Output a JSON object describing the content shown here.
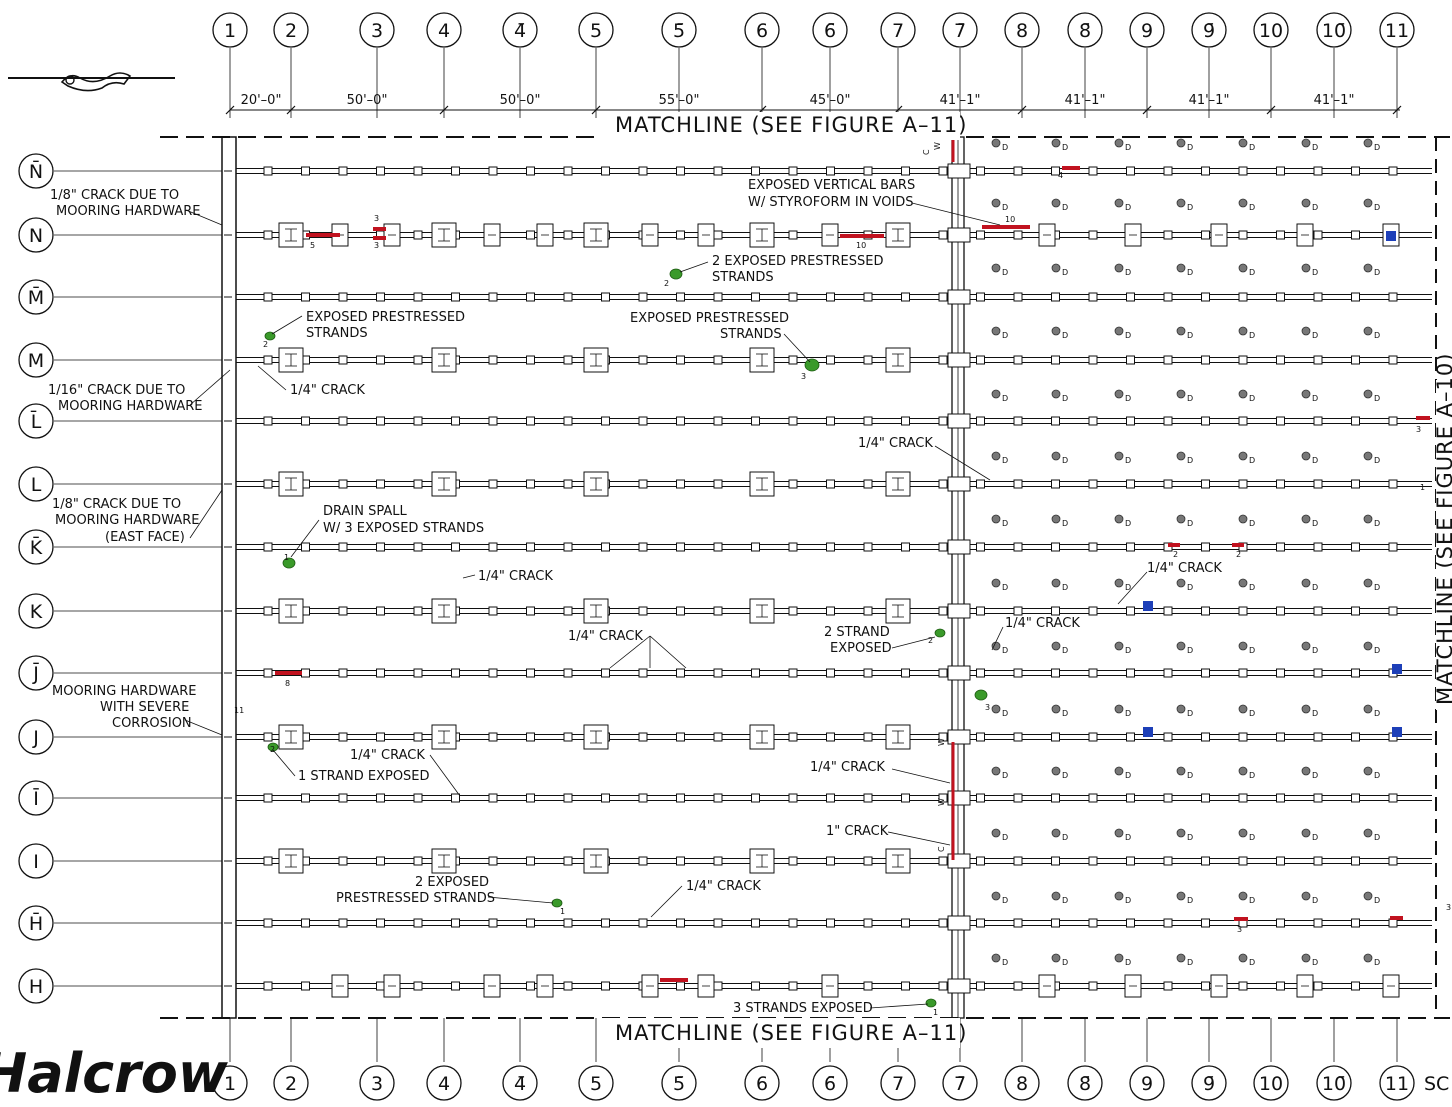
{
  "colors": {
    "line": "#111111",
    "crack": "#c1121f",
    "spall": "#3a9a2a",
    "repair": "#1d3fb8",
    "void": "#777777"
  },
  "grid": {
    "columns": [
      "1",
      "2",
      "3",
      "4",
      "4̄",
      "5",
      "5̄",
      "6",
      "6̄",
      "7",
      "7̄",
      "8",
      "8̄",
      "9",
      "9̄",
      "10",
      "10̄",
      "11"
    ],
    "rows": [
      "N̄",
      "N",
      "M̄",
      "M",
      "L̄",
      "L",
      "K̄",
      "K",
      "J̄",
      "J",
      "Ī",
      "I",
      "H̄",
      "H"
    ],
    "dimensions": [
      "20'–0\"",
      "50'–0\"",
      "50'–0\"",
      "55'–0\"",
      "45'–0\"",
      "41'–1\"",
      "41'–1\"",
      "41'–1\"",
      "41'–1\""
    ]
  },
  "matchline_top": "MATCHLINE (SEE FIGURE A–11)",
  "matchline_bottom": "MATCHLINE (SEE FIGURE A–11)",
  "matchline_right": "MATCHLINE (SEE FIGURE A–10)",
  "logo": "Halcrow",
  "corner_text": "SC",
  "annotations": {
    "a1": [
      "1/8\" CRACK DUE TO",
      "MOORING HARDWARE"
    ],
    "a2": [
      "1/16\" CRACK DUE TO",
      "MOORING HARDWARE"
    ],
    "a3": [
      "1/8\" CRACK DUE TO",
      "MOORING HARDWARE",
      "(EAST FACE)"
    ],
    "a4": [
      "MOORING HARDWARE",
      "WITH SEVERE",
      "CORROSION"
    ],
    "a5": [
      "EXPOSED PRESTRESSED",
      "STRANDS"
    ],
    "a6": "1/4\" CRACK",
    "a7": [
      "DRAIN SPALL",
      "W/ 3 EXPOSED STRANDS"
    ],
    "a8": "1/4\" CRACK",
    "a9": "1/4\" CRACK",
    "a10": "1 STRAND EXPOSED",
    "a11": "1/4\" CRACK",
    "a12": [
      "2 EXPOSED",
      "PRESTRESSED STRANDS"
    ],
    "a13": "1/4\" CRACK",
    "a14": [
      "EXPOSED VERTICAL BARS",
      "W/ STYROFORM IN VOIDS"
    ],
    "a15": [
      "2 EXPOSED PRESTRESSED",
      "STRANDS"
    ],
    "a16": [
      "EXPOSED PRESTRESSED",
      "STRANDS"
    ],
    "a17": "1/4\" CRACK",
    "a18": [
      "2 STRAND",
      "EXPOSED"
    ],
    "a19": "1/4\" CRACK",
    "a20": "1\" CRACK",
    "a21": "3 STRANDS EXPOSED",
    "a22": "1/4\" CRACK",
    "a23": "1/4\" CRACK"
  },
  "markers": {
    "m_2a": "2",
    "m_3a": "3",
    "m_5": "5",
    "m_3b": "3",
    "m_10a": "10",
    "m_2b": "2",
    "m_3c": "3",
    "m_10b": "10",
    "m_4": "4",
    "m_8": "8",
    "m_2c": "2",
    "m_2d": "2",
    "m_1a": "1",
    "m_3d": "3",
    "m_2e": "2",
    "m_3e": "3",
    "m_1b": "1",
    "m_11": "11",
    "m_3f": "3",
    "m_1c": "1",
    "m_3g": "3",
    "m_1d": "1",
    "m_2f": "2"
  },
  "void_label": "D",
  "wall_labels": [
    "C",
    "W",
    "W",
    "W",
    "C"
  ]
}
